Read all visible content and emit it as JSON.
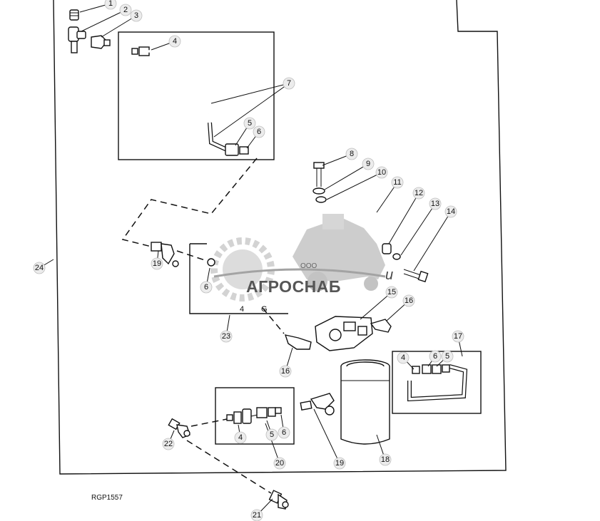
{
  "figure_code": "RGP1557",
  "watermark": {
    "company": "АГРОСНАБ",
    "prefix": "ООО"
  },
  "callouts": [
    {
      "id": "c1",
      "label": "1"
    },
    {
      "id": "c2",
      "label": "2"
    },
    {
      "id": "c3",
      "label": "3"
    },
    {
      "id": "c4a",
      "label": "4"
    },
    {
      "id": "c7",
      "label": "7"
    },
    {
      "id": "c5a",
      "label": "5"
    },
    {
      "id": "c6a",
      "label": "6"
    },
    {
      "id": "c8",
      "label": "8"
    },
    {
      "id": "c9",
      "label": "9"
    },
    {
      "id": "c10",
      "label": "10"
    },
    {
      "id": "c11",
      "label": "11"
    },
    {
      "id": "c12",
      "label": "12"
    },
    {
      "id": "c13",
      "label": "13"
    },
    {
      "id": "c14",
      "label": "14"
    },
    {
      "id": "c15",
      "label": "15"
    },
    {
      "id": "c16a",
      "label": "16"
    },
    {
      "id": "c16b",
      "label": "16"
    },
    {
      "id": "c17",
      "label": "17"
    },
    {
      "id": "c4c",
      "label": "4"
    },
    {
      "id": "c6c",
      "label": "6"
    },
    {
      "id": "c5c",
      "label": "5"
    },
    {
      "id": "c18",
      "label": "18"
    },
    {
      "id": "c19a",
      "label": "19"
    },
    {
      "id": "c19b",
      "label": "19"
    },
    {
      "id": "c20",
      "label": "20"
    },
    {
      "id": "c4b",
      "label": "4"
    },
    {
      "id": "c5b",
      "label": "5"
    },
    {
      "id": "c6b",
      "label": "6"
    },
    {
      "id": "c21",
      "label": "21"
    },
    {
      "id": "c22",
      "label": "22"
    },
    {
      "id": "c23",
      "label": "23"
    },
    {
      "id": "c24",
      "label": "24"
    },
    {
      "id": "c6d",
      "label": "6"
    }
  ]
}
